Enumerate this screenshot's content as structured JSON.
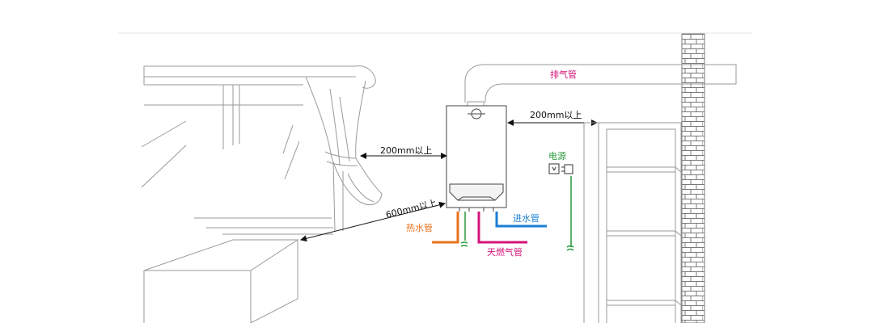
{
  "labels": {
    "exhaust_pipe": "排气管",
    "clearance_right": "200mm以上",
    "clearance_left": "200mm以上",
    "clearance_front": "600mm以上",
    "power": "电源",
    "hot_water_pipe": "热水管",
    "inlet_water_pipe": "进水管",
    "gas_pipe": "天燃气管"
  },
  "colors": {
    "exhaust_label": "#d4147a",
    "power": "#2a9a3a",
    "hot_water": "#e8731c",
    "inlet_water": "#1a7fd4",
    "gas": "#d4147a",
    "lines": "#9a9a9a"
  }
}
